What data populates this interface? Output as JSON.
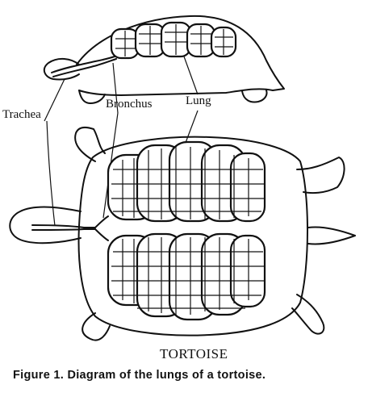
{
  "labels": {
    "trachea": "Trachea",
    "bronchus": "Bronchus",
    "lung": "Lung",
    "animal": "TORTOISE"
  },
  "caption": "Figure 1. Diagram of the lungs of a tortoise."
}
